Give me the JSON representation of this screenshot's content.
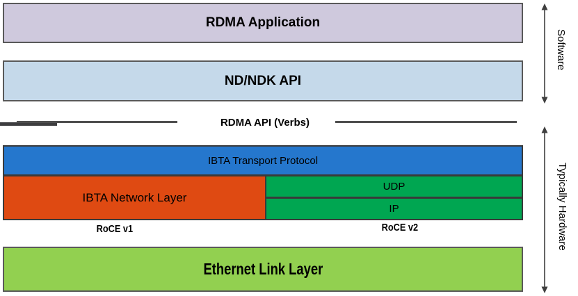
{
  "diagram": {
    "software_stack": {
      "rdma_application": "RDMA Application",
      "nd_ndk_api": "ND/NDK API"
    },
    "api_boundary": {
      "label": "RDMA API (Verbs)"
    },
    "hardware_stack": {
      "ibta_transport": "IBTA Transport Protocol",
      "ibta_network": "IBTA Network Layer",
      "udp": "UDP",
      "ip": "IP",
      "roce_v1": "RoCE v1",
      "roce_v2": "RoCE v2",
      "ethernet": "Ethernet Link Layer"
    },
    "side_labels": {
      "software": "Software",
      "typically_hardware": "Typically Hardware"
    },
    "colors": {
      "rdma_application_fill": "#cfc9dd",
      "nd_ndk_api_fill": "#c5d9ea",
      "ibta_transport_fill": "#2577cd",
      "ibta_network_fill": "#df4a12",
      "udp_ip_fill": "#00a651",
      "ethernet_fill": "#92d050",
      "box_border": "#595959",
      "divider_line": "#4a4a4a",
      "arrow": "#3f3f3f",
      "text": "#000000"
    }
  }
}
